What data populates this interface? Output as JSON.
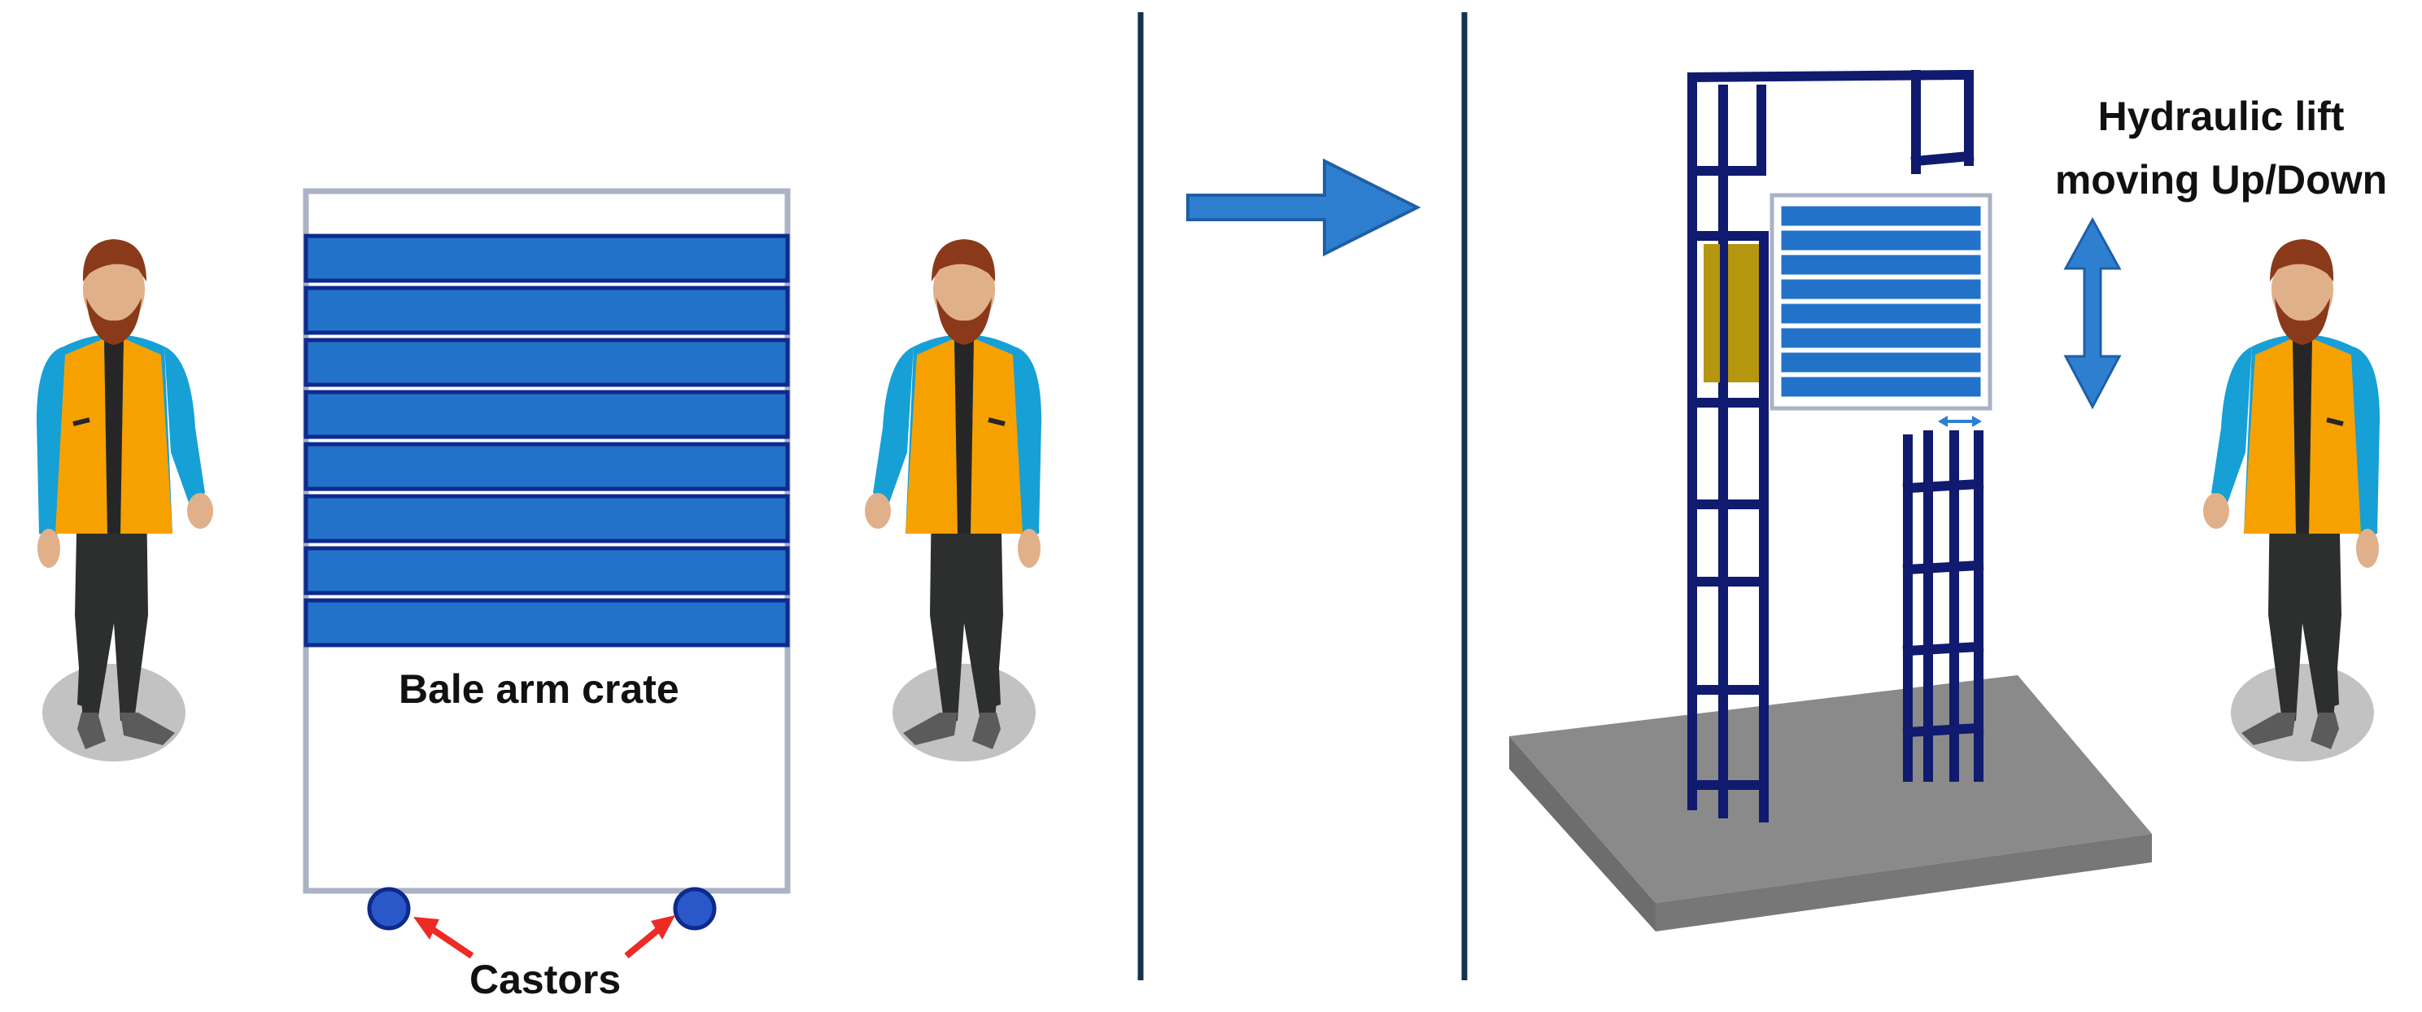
{
  "labels": {
    "crate": "Bale arm crate",
    "castors": "Castors",
    "lift_line1": "Hydraulic lift",
    "lift_line2": "moving Up/Down"
  },
  "colors": {
    "bale_blue": "#2372c9",
    "bale_border": "#0d2a8c",
    "crate_frame": "#aab2c4",
    "lift_frame": "#101a6e",
    "arrow_blue": "#2e7fd0",
    "pointer_red": "#ee2a24",
    "divider": "#14324f",
    "platform_top": "#8a8a8a",
    "platform_side": "#6d6d6d",
    "gold_panel": "#b5960f",
    "vest_orange": "#f7a100",
    "jacket_blue": "#16a0d6",
    "trousers": "#2d2f2e",
    "hair": "#8a3a1a",
    "skin": "#e0b08a"
  },
  "icons": {
    "worker": "worker-figure",
    "process_arrow": "right-arrow-icon",
    "motion_arrow": "up-down-arrow-icon",
    "width_arrow": "left-right-arrow-icon"
  }
}
